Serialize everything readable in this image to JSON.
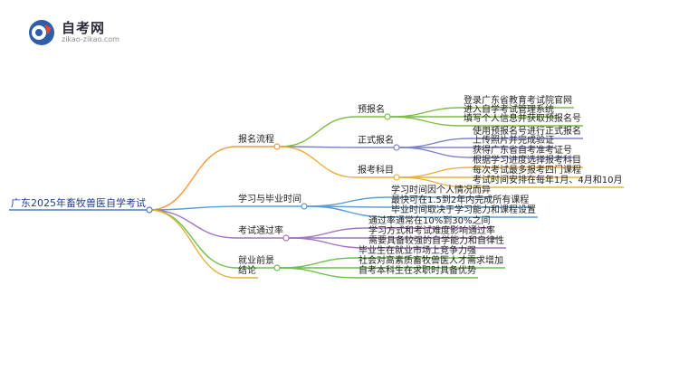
{
  "logo": {
    "title": "自考网",
    "url": "zikao-zikao.com"
  },
  "mindmap": {
    "root": "广东2025年畜牧兽医自学考试",
    "branches": [
      {
        "label": "报名流程",
        "color": "#ef9a3c",
        "children": [
          {
            "label": "预报名",
            "color": "#7cbd42",
            "children": [
              "登录广东省教育考试院官网",
              "进入自学考试管理系统",
              "填写个人信息并获取预报名号"
            ]
          },
          {
            "label": "正式报名",
            "color": "#7b83c8",
            "children": [
              "使用预报名号进行正式报名",
              "上传照片并完成验证",
              "获得广东省自考准考证号"
            ]
          },
          {
            "label": "报考科目",
            "color": "#e8b23c",
            "children": [
              "根据学习进度选择报考科目",
              "每次考试最多报考四门课程",
              "考试时间安排在每年1月、4月和10月"
            ]
          }
        ]
      },
      {
        "label": "学习与毕业时间",
        "color": "#5b9bd5",
        "children": [
          "学习时间因个人情况而异",
          "最快可在1.5到2年内完成所有课程",
          "毕业时间取决于学习能力和课程设置"
        ]
      },
      {
        "label": "考试通过率",
        "color": "#a472c2",
        "children": [
          "通过率通常在10%到30%之间",
          "学习方式和考试难度影响通过率",
          "需要具备较强的自学能力和自律性"
        ]
      },
      {
        "label": "就业前景",
        "color": "#6cbf4a",
        "children": [
          "毕业生在就业市场上竞争力强",
          "社会对高素质畜牧兽医人才需求增加",
          "自考本科生在求职时具备优势"
        ]
      },
      {
        "label": "结论",
        "color": "#e3b13c",
        "children": []
      }
    ]
  }
}
